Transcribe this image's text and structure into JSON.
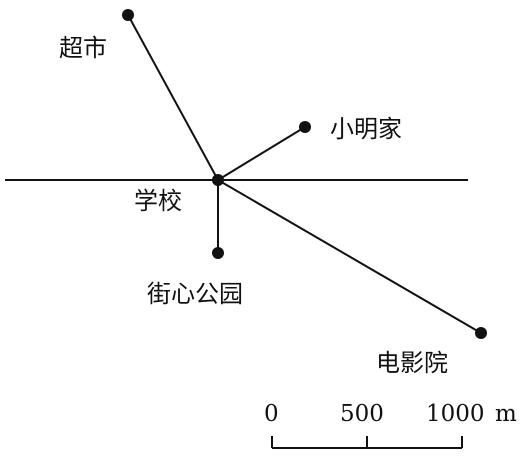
{
  "places": {
    "school": "学校",
    "supermarket": "超市",
    "xiaoming_home": "小明家",
    "park": "街心公园",
    "cinema": "电影院"
  },
  "scale_bar": {
    "tick_0": "0",
    "tick_500": "500",
    "tick_1000": "1000",
    "unit": "m"
  },
  "colors": {
    "ink": "#111111",
    "background": "#ffffff"
  }
}
